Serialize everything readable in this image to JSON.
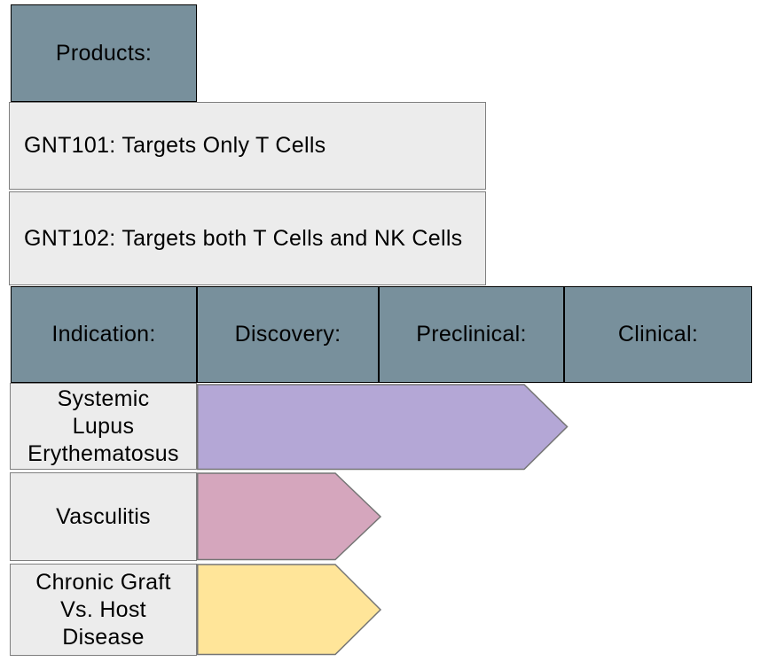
{
  "products_header": {
    "label": "Products:"
  },
  "products": [
    {
      "label": "GNT101: Targets Only T Cells"
    },
    {
      "label": "GNT102: Targets both T Cells and NK Cells"
    }
  ],
  "stage_headers": [
    {
      "label": "Indication:"
    },
    {
      "label": "Discovery:"
    },
    {
      "label": "Preclinical:"
    },
    {
      "label": "Clinical:"
    }
  ],
  "rows": [
    {
      "label": "Systemic\nLupus\nErythematosus",
      "arrow_color": "#b4a7d6",
      "extends_through": "Preclinical"
    },
    {
      "label": "Vasculitis",
      "arrow_color": "#d5a6bd",
      "extends_through": "Discovery"
    },
    {
      "label": "Chronic Graft\nVs. Host\nDisease",
      "arrow_color": "#ffe599",
      "extends_through": "Discovery"
    }
  ],
  "colors": {
    "stage_header_fill": "#78909c",
    "label_box_fill": "#ececec",
    "slate_border": "#000000",
    "gray_border": "#7f7f7f",
    "arrow_border": "#757575",
    "background": "#ffffff"
  }
}
